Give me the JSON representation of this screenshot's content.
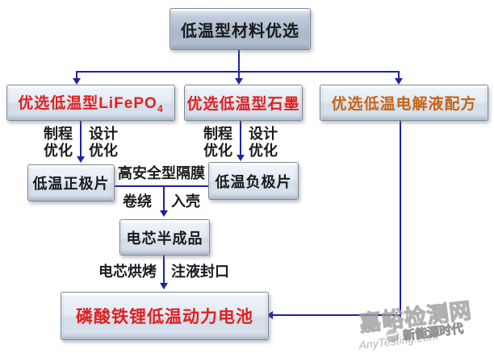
{
  "nodes": {
    "material_selection": {
      "label": "低温型材料优选"
    },
    "lifepo4": {
      "label": "优选低温型LiFePO",
      "subscript": "4"
    },
    "graphite": {
      "label": "优选低温型石墨"
    },
    "electrolyte": {
      "label": "优选低温电解液配方"
    },
    "cathode_sheet": {
      "label": "低温正极片"
    },
    "anode_sheet": {
      "label": "低温负极片"
    },
    "semi_cell": {
      "label": "电芯半成品"
    },
    "battery": {
      "label": "磷酸铁锂低温动力电池"
    }
  },
  "edge_labels": {
    "process_opt_line1": "制程",
    "process_opt_line2": "优化",
    "design_opt_line1": "设计",
    "design_opt_line2": "优化",
    "separator": "高安全型隔膜",
    "winding": "卷绕",
    "casing": "入壳",
    "baking": "电芯烘烤",
    "injection_sealing": "注液封口"
  },
  "watermark": {
    "site": "嘉峪检测网",
    "url": "AnyTesting.com",
    "brand": "新能源时代"
  },
  "colors": {
    "connector": "#2121a5",
    "red_text": "#e02020",
    "orange_text": "#c86414",
    "black_text": "#1a1a1a"
  }
}
